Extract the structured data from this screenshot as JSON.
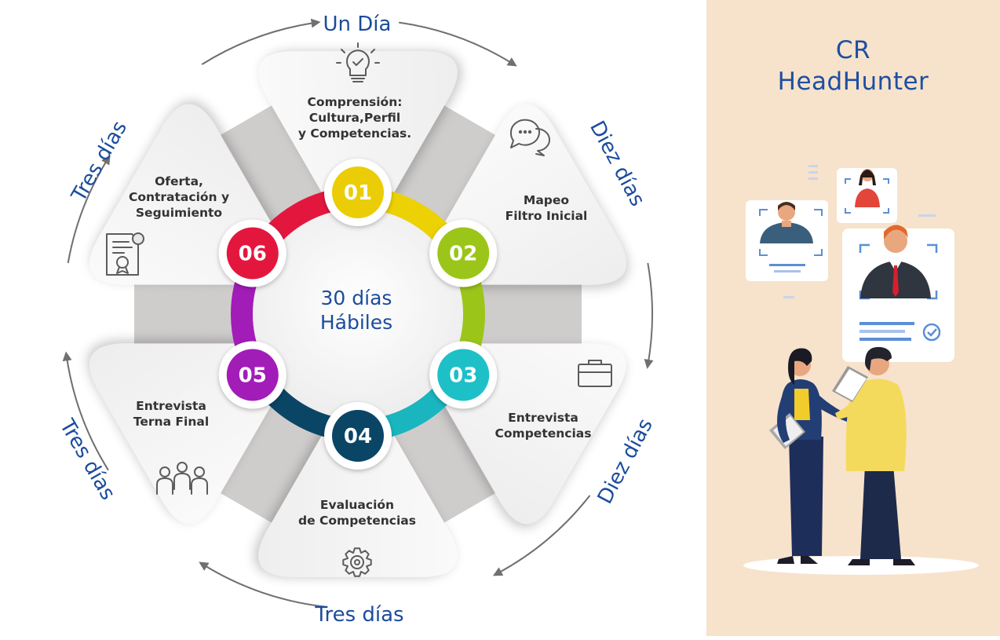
{
  "diagram": {
    "center": {
      "line1": "30 días",
      "line2": "Hábiles"
    },
    "steps": [
      {
        "number": "01",
        "color": "#eacd06",
        "ring": "#ecd204",
        "lines": [
          "Comprensión:",
          "Cultura,Perfil",
          "y Competencias."
        ],
        "icon": "lightbulb-check-icon"
      },
      {
        "number": "02",
        "color": "#9cc51a",
        "ring": "#9cc51a",
        "lines": [
          "Mapeo",
          "Filtro Inicial"
        ],
        "icon": "chat-bubbles-icon"
      },
      {
        "number": "03",
        "color": "#1ec0c8",
        "ring": "#19b6bf",
        "lines": [
          "Entrevista",
          "Competencias"
        ],
        "icon": "briefcase-icon"
      },
      {
        "number": "04",
        "color": "#0b4566",
        "ring": "#0b4566",
        "lines": [
          "Evaluación",
          "de Competencias"
        ],
        "icon": "gear-icon"
      },
      {
        "number": "05",
        "color": "#a21cb8",
        "ring": "#a21cb8",
        "lines": [
          "Entrevista",
          "Terna Final"
        ],
        "icon": "team-icon"
      },
      {
        "number": "06",
        "color": "#e3173e",
        "ring": "#e3173e",
        "lines": [
          "Oferta,",
          "Contratación y",
          "Seguimiento"
        ],
        "icon": "certificate-icon"
      }
    ],
    "durations": [
      "Un Día",
      "Diez días",
      "Diez días",
      "Tres días",
      "Tres días",
      "Tres días"
    ]
  },
  "brand": {
    "line1": "CR",
    "line2": "HeadHunter"
  },
  "colors": {
    "accent": "#1b4c9c",
    "panel": "#f7e2cc"
  }
}
